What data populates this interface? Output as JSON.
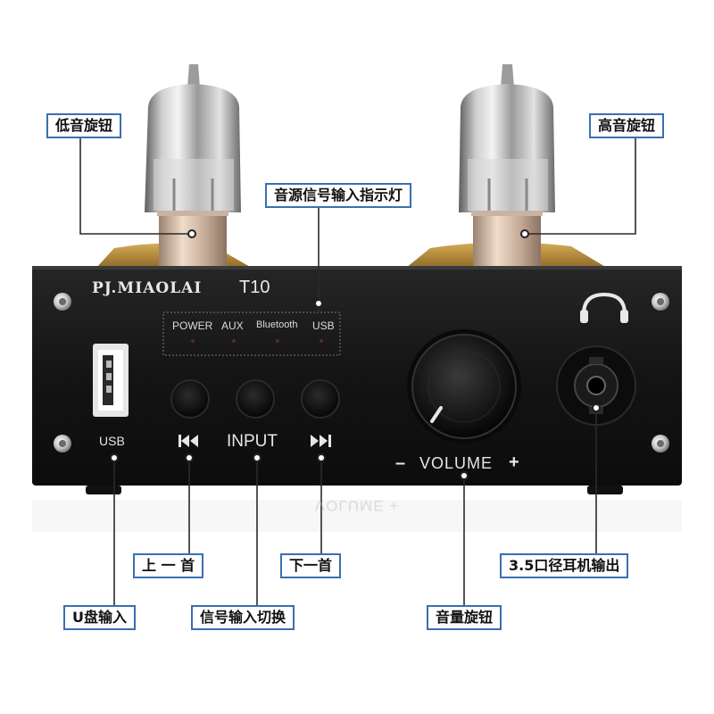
{
  "device": {
    "brand": "PJ.MIAOLAI",
    "model": "T10",
    "indicators": [
      "POWER",
      "AUX",
      "Bluetooth",
      "USB"
    ],
    "usb_port_label": "USB",
    "input_label": "INPUT",
    "volume_label": "VOLUME",
    "volume_minus": "–",
    "volume_plus": "+",
    "reflection_text": "VOLUME +"
  },
  "callouts": {
    "bass_knob": "低音旋钮",
    "treble_knob": "高音旋钮",
    "source_indicator": "音源信号输入指示灯",
    "previous_track": "上 一 首",
    "next_track": "下一首",
    "headphone_output": "3.5口径耳机输出",
    "usb_input": "U盘输入",
    "input_switch": "信号输入切换",
    "volume_knob": "音量旋钮"
  },
  "icons": [
    "headphone-icon",
    "previous-track-icon",
    "next-track-icon"
  ],
  "colors": {
    "callout_border": "#3a6fb0",
    "panel": "#141414",
    "base_gold": "#b88d3c"
  }
}
